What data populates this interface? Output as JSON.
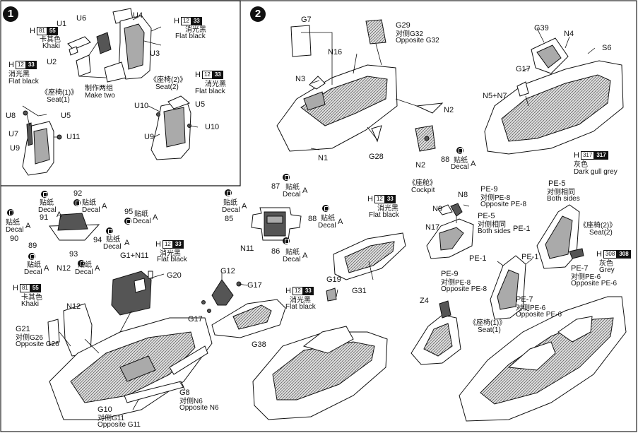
{
  "steps": {
    "one": "1",
    "two": "2"
  },
  "paint": {
    "h81": {
      "h": "H",
      "code": "81",
      "alt": "55",
      "cn": "卡其色",
      "en": "Khaki"
    },
    "h12": {
      "h": "H",
      "code": "12",
      "alt": "33",
      "cn": "消光黑",
      "en": "Flat black"
    },
    "h317": {
      "h": "H",
      "code": "317",
      "alt": "317",
      "cn": "灰色",
      "en": "Dark gull grey"
    },
    "h308": {
      "h": "H",
      "code": "308",
      "alt": "308",
      "cn": "灰色",
      "en": "Grey"
    }
  },
  "decal": {
    "cn": "贴纸",
    "en": "Decal",
    "sheet": "A"
  },
  "step1": {
    "parts": {
      "u1": "U1",
      "u2": "U2",
      "u3": "U3",
      "u4": "U4",
      "u5": "U5",
      "u6": "U6",
      "u7": "U7",
      "u8": "U8",
      "u9": "U9",
      "u10": "U10",
      "u10b": "U10",
      "u11": "U11",
      "u5b": "U5",
      "u9b": "U9"
    },
    "make_two_cn": "制作两组",
    "make_two_en": "Make two",
    "seat1_cn": "《座椅(1)》",
    "seat1_en": "Seat(1)",
    "seat2_cn": "《座椅(2)》",
    "seat2_en": "Seat(2)"
  },
  "step2": {
    "parts": {
      "g7": "G7",
      "g29": "G29",
      "g32_cn": "对侧G32",
      "g32_en": "Opposite G32",
      "g39": "G39",
      "n4": "N4",
      "s6": "S6",
      "g17": "G17",
      "n16": "N16",
      "n3": "N3",
      "n2": "N2",
      "n5n7": "N5+N7",
      "n1": "N1",
      "g28": "G28",
      "n2b": "N2",
      "d88": "88"
    },
    "cockpit_cn": "《座舱》",
    "cockpit_en": "Cockpit"
  },
  "step3": {
    "decals": [
      "92",
      "91",
      "95",
      "90",
      "89",
      "94",
      "93",
      "87",
      "85",
      "88",
      "86"
    ],
    "parts": {
      "n12": "N12",
      "n11": "N11",
      "g1n11": "G1+N11",
      "g20": "G20",
      "n12b": "N12",
      "g21": "G21",
      "g26_cn": "对侧G26",
      "g26_en": "Opposite G26",
      "g8": "G8",
      "n6_cn": "对侧N6",
      "n6_en": "Opposite N6",
      "g10": "G10",
      "g11_cn": "对侧G11",
      "g11_en": "Opposite G11",
      "g12": "G12",
      "g17a": "G17",
      "g17b": "G17",
      "g38": "G38",
      "g19": "G19",
      "g31": "G31"
    }
  },
  "step4": {
    "parts": {
      "n8": "N8",
      "n9": "N9",
      "n17": "N17",
      "pe5a": "PE-5",
      "pe5a_cn": "对侧相同",
      "pe5a_en": "Both sides",
      "pe5b": "PE-5",
      "pe5b_cn": "对侧相同",
      "pe5b_en": "Both sides",
      "pe9a": "PE-9",
      "pe9a_cn": "对侧PE-8",
      "pe9a_en": "Opposite PE-8",
      "pe9b": "PE-9",
      "pe9b_cn": "对侧PE-8",
      "pe9b_en": "Opposite PE-8",
      "pe1a": "PE-1",
      "pe1b": "PE-1",
      "pe1c": "PE-1",
      "pe7a": "PE-7",
      "pe7a_cn": "对侧PE-6",
      "pe7a_en": "Opposite PE-6",
      "pe7b": "PE-7",
      "pe7b_cn": "对侧PE-6",
      "pe7b_en": "Opposite PE-6",
      "z4": "Z4"
    },
    "seat2_cn": "《座椅(2)》",
    "seat2_en": "Seat(2)",
    "seat1_cn": "《座椅(1)》",
    "seat1_en": "Seat(1)"
  }
}
